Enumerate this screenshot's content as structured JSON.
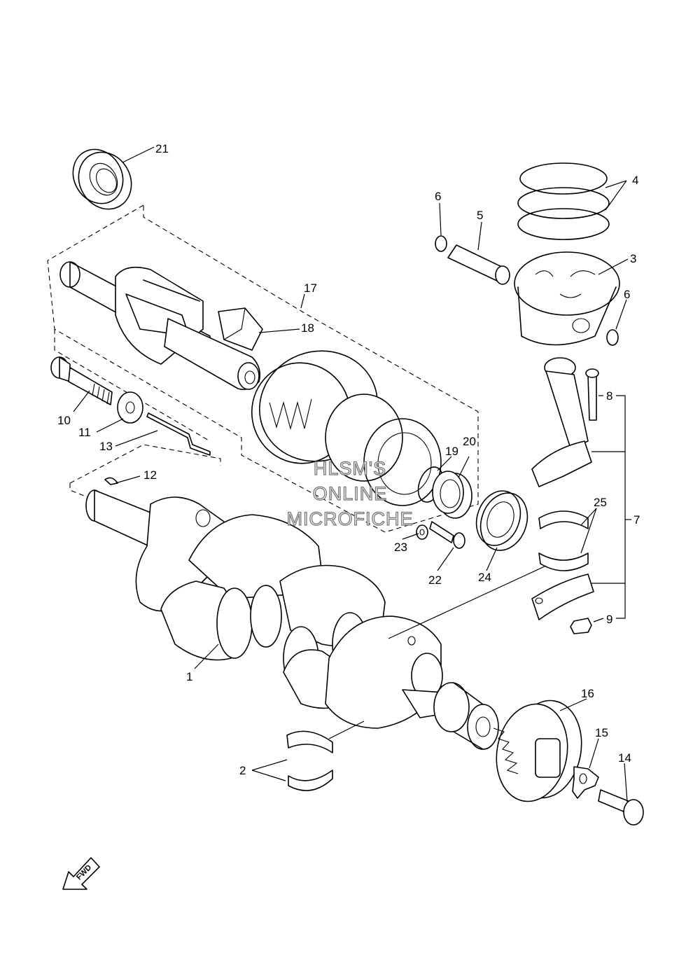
{
  "callouts": {
    "c1": "1",
    "c2": "2",
    "c3": "3",
    "c4": "4",
    "c5": "5",
    "c6a": "6",
    "c6b": "6",
    "c7": "7",
    "c8": "8",
    "c9": "9",
    "c10": "10",
    "c11": "11",
    "c12": "12",
    "c13": "13",
    "c14": "14",
    "c15": "15",
    "c16": "16",
    "c17": "17",
    "c18": "18",
    "c19": "19",
    "c20": "20",
    "c21": "21",
    "c22": "22",
    "c23": "23",
    "c24": "24",
    "c25": "25"
  },
  "watermark": {
    "line1": "HLSM'S",
    "line2": "ONLINE",
    "line3": "MICROFICHE"
  },
  "fwd_label": "FWD"
}
